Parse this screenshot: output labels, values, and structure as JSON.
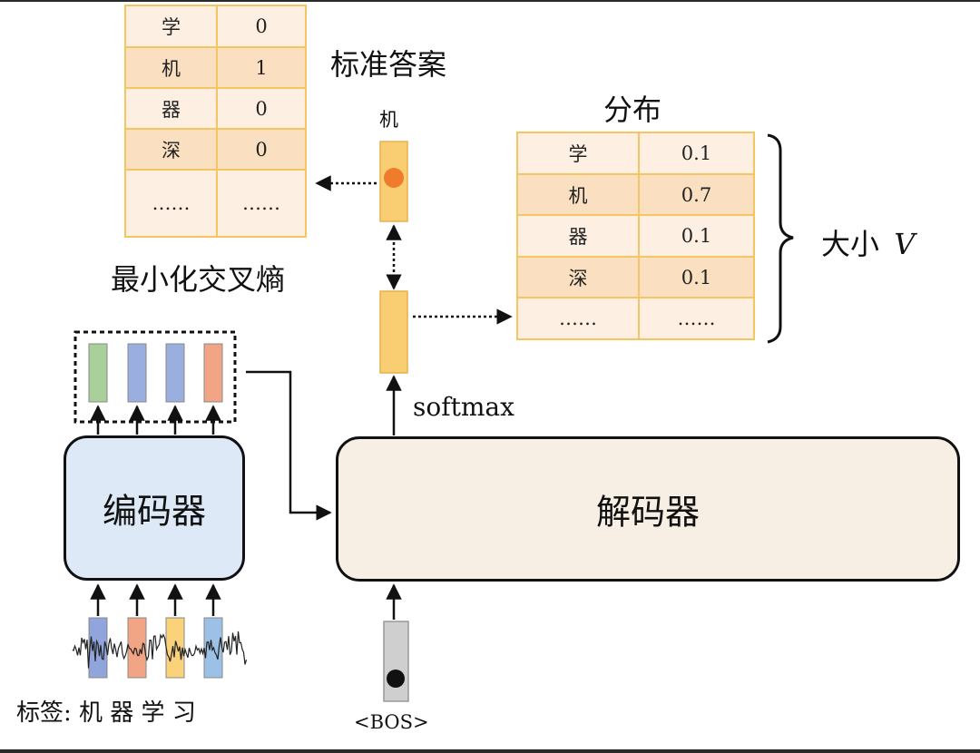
{
  "target_table": {
    "title": "标准答案",
    "rows": [
      {
        "token": "学",
        "value": "0"
      },
      {
        "token": "机",
        "value": "1"
      },
      {
        "token": "器",
        "value": "0"
      },
      {
        "token": "深",
        "value": "0"
      },
      {
        "token": "……",
        "value": "……"
      }
    ]
  },
  "loss_label": "最小化交叉熵",
  "distribution_table": {
    "title": "分布",
    "size_label": "大小",
    "size_var": "V",
    "rows": [
      {
        "token": "学",
        "value": "0.1"
      },
      {
        "token": "机",
        "value": "0.7"
      },
      {
        "token": "器",
        "value": "0.1"
      },
      {
        "token": "深",
        "value": "0.1"
      },
      {
        "token": "……",
        "value": "……"
      }
    ]
  },
  "predicted_token": "机",
  "softmax_label": "softmax",
  "encoder": {
    "label": "编码器",
    "output_colors": [
      "#a9cf9a",
      "#9aaedf",
      "#9aaedf",
      "#f2a585"
    ],
    "input_colors": [
      "#8fa5dc",
      "#f2a585",
      "#f9d27a",
      "#9cc0e6"
    ]
  },
  "decoder": {
    "label": "解码器"
  },
  "bos_token": "<BOS>",
  "labels_caption": "标签: 机 器 学 习",
  "colors": {
    "vector_orange": "#f9cd72",
    "dot_orange": "#ef7c2c",
    "bos_gray": "#cfcfcf",
    "table_border": "#f4c561",
    "row_light": "#fdf0e3",
    "row_dark": "#fadfc1"
  }
}
